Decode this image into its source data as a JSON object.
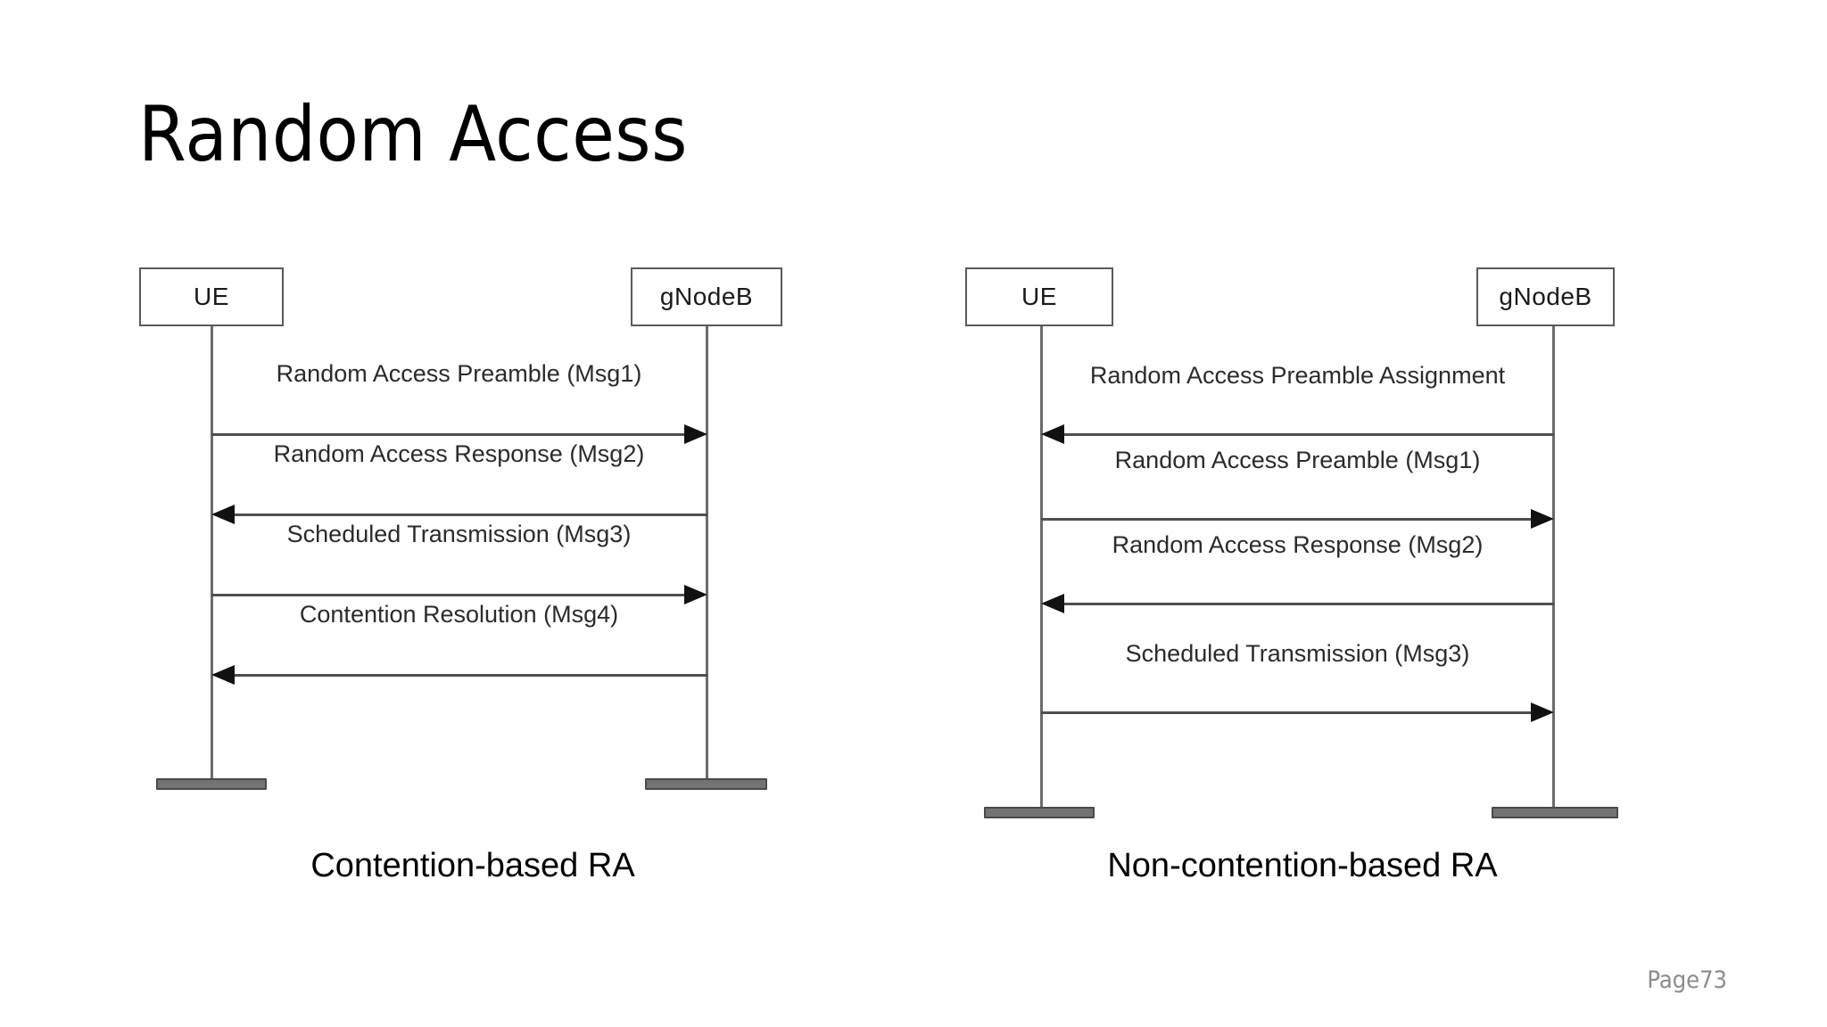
{
  "slide": {
    "title": "Random Access",
    "page_label": "Page73",
    "background_color": "#ffffff",
    "title_color": "#000000",
    "page_label_color": "#8c8c8c"
  },
  "diagrams": [
    {
      "id": "contention-based",
      "caption": "Contention-based RA",
      "actors": [
        {
          "name": "UE",
          "role": "left"
        },
        {
          "name": "gNodeB",
          "role": "right"
        }
      ],
      "messages": [
        {
          "index": 1,
          "label": "Random Access Preamble (Msg1)",
          "direction": "right"
        },
        {
          "index": 2,
          "label": "Random Access Response (Msg2)",
          "direction": "left"
        },
        {
          "index": 3,
          "label": "Scheduled Transmission (Msg3)",
          "direction": "right"
        },
        {
          "index": 4,
          "label": "Contention Resolution (Msg4)",
          "direction": "left"
        }
      ]
    },
    {
      "id": "non-contention-based",
      "caption": "Non-contention-based RA",
      "actors": [
        {
          "name": "UE",
          "role": "left"
        },
        {
          "name": "gNodeB",
          "role": "right"
        }
      ],
      "messages": [
        {
          "index": 1,
          "label": "Random Access Preamble Assignment",
          "direction": "left"
        },
        {
          "index": 2,
          "label": "Random Access Preamble (Msg1)",
          "direction": "right"
        },
        {
          "index": 3,
          "label": "Random Access Response (Msg2)",
          "direction": "left"
        },
        {
          "index": 4,
          "label": "Scheduled Transmission (Msg3)",
          "direction": "right"
        }
      ]
    }
  ],
  "colors": {
    "box_border": "#5a5a5a",
    "lifeline": "#6b6b6b",
    "message_line": "#4f4f4f",
    "arrow_head": "#111111",
    "terminator_fill": "#737373",
    "terminator_border": "#4a4a4a"
  }
}
